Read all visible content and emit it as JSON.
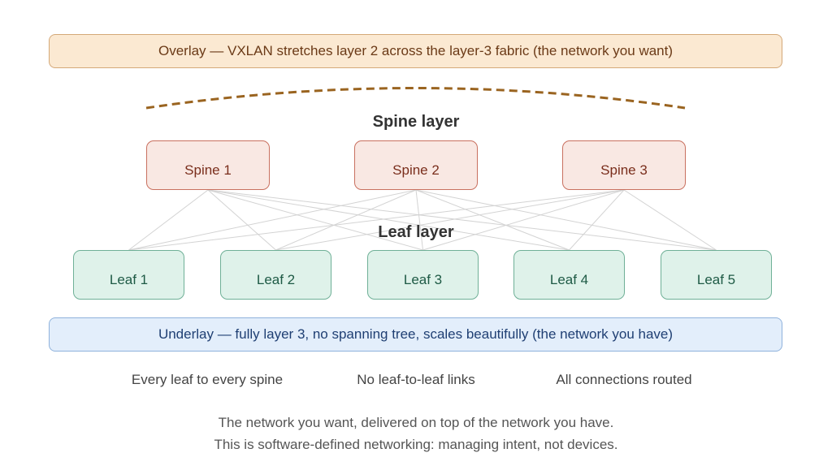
{
  "overlay": {
    "text": "Overlay — VXLAN stretches layer 2 across the layer-3 fabric (the network you want)"
  },
  "spine_layer": {
    "title": "Spine layer",
    "nodes": [
      {
        "label": "Spine 1"
      },
      {
        "label": "Spine 2"
      },
      {
        "label": "Spine 3"
      }
    ]
  },
  "leaf_layer": {
    "title": "Leaf layer",
    "nodes": [
      {
        "label": "Leaf 1"
      },
      {
        "label": "Leaf 2"
      },
      {
        "label": "Leaf 3"
      },
      {
        "label": "Leaf 4"
      },
      {
        "label": "Leaf 5"
      }
    ]
  },
  "links": "full-mesh spine-to-leaf",
  "underlay": {
    "text": "Underlay — fully layer 3, no spanning tree, scales beautifully (the network you have)"
  },
  "facts": [
    "Every leaf to every spine",
    "No leaf-to-leaf links",
    "All connections routed"
  ],
  "footer": {
    "line1": "The network you want, delivered on top of the network you have.",
    "line2": "This is software-defined networking: managing intent, not devices."
  },
  "colors": {
    "overlay_fill": "#fbe9d2",
    "overlay_text": "#6b3a17",
    "arc": "#9a6420",
    "spine_fill": "#f9e8e3",
    "spine_border": "#c9705f",
    "leaf_fill": "#dff2ea",
    "leaf_border": "#6fb097",
    "underlay_fill": "#e3eefb",
    "underlay_text": "#1f3f73",
    "link": "#d3d3d3"
  }
}
